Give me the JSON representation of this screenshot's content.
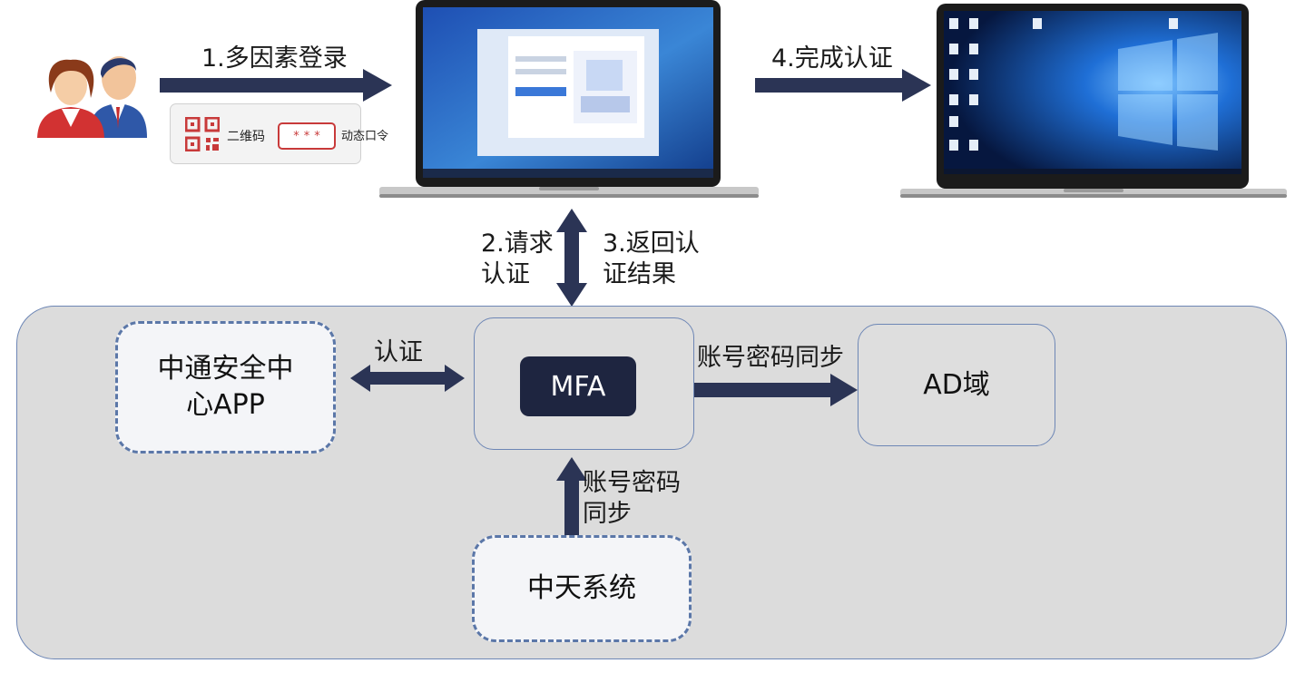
{
  "steps": {
    "step1": "1.多因素登录",
    "step2_line1": "2.请求",
    "step2_line2": "认证",
    "step3_line1": "3.返回认",
    "step3_line2": "证结果",
    "step4": "4.完成认证"
  },
  "factors": {
    "qr_label": "二维码",
    "otp_label": "动态口令",
    "otp_mask": [
      "*",
      "*",
      "*"
    ]
  },
  "nodes": {
    "app_line1": "中通安全中",
    "app_line2": "心APP",
    "mfa": "MFA",
    "ad": "AD域",
    "zhongtian": "中天系统"
  },
  "edges": {
    "auth": "认证",
    "sync_right": "账号密码同步",
    "sync_up_line1": "账号密码",
    "sync_up_line2": "同步"
  },
  "icons": [
    "users-icon",
    "qr-code-icon",
    "otp-icon",
    "laptop-icon"
  ],
  "colors": {
    "arrow": "#2b3455",
    "zone_bg": "#dcdcdc",
    "mfa_bg": "#1e2540",
    "border": "#6d86b5",
    "accent_red": "#c83a3a"
  }
}
